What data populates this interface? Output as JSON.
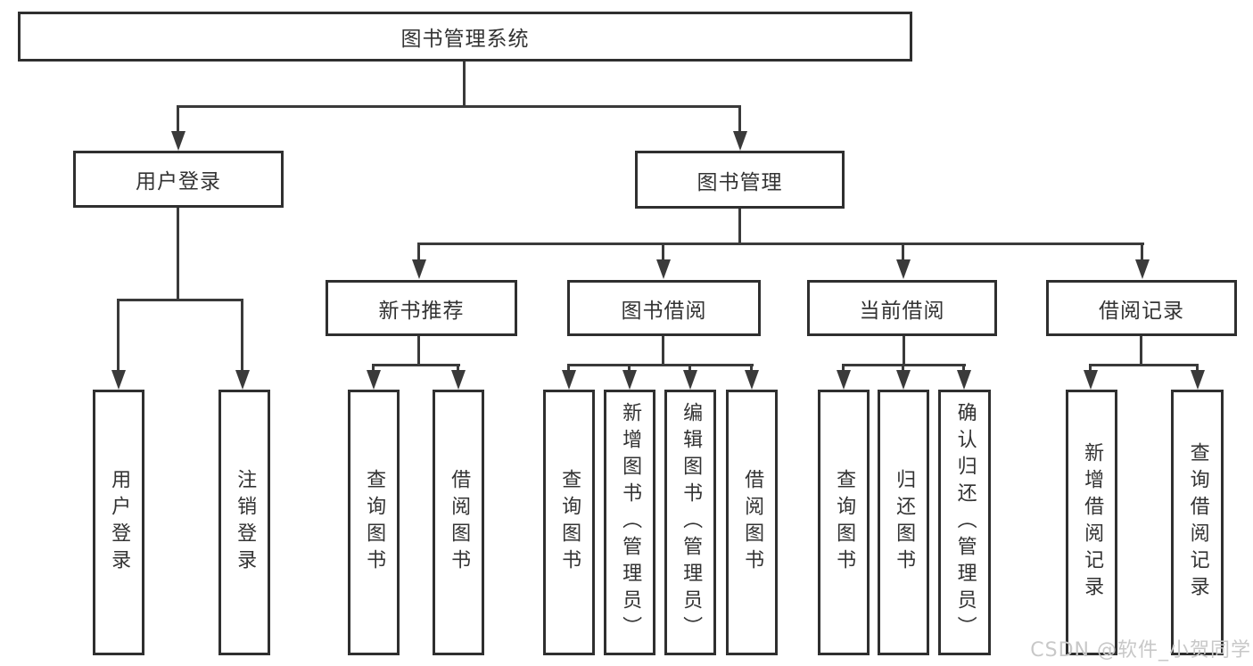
{
  "diagram": {
    "title": "图书管理系统",
    "tree": {
      "root": {
        "label": "图书管理系统"
      },
      "children": [
        {
          "label": "用户登录",
          "children": [
            {
              "label": "用户登录"
            },
            {
              "label": "注销登录"
            }
          ]
        },
        {
          "label": "图书管理",
          "children": [
            {
              "label": "新书推荐",
              "children": [
                {
                  "label": "查询图书"
                },
                {
                  "label": "借阅图书"
                }
              ]
            },
            {
              "label": "图书借阅",
              "children": [
                {
                  "label": "查询图书"
                },
                {
                  "label": "新增图书（管理员）"
                },
                {
                  "label": "编辑图书（管理员）"
                },
                {
                  "label": "借阅图书"
                }
              ]
            },
            {
              "label": "当前借阅",
              "children": [
                {
                  "label": "查询图书"
                },
                {
                  "label": "归还图书"
                },
                {
                  "label": "确认归还（管理员）"
                }
              ]
            },
            {
              "label": "借阅记录",
              "children": [
                {
                  "label": "新增借阅记录"
                },
                {
                  "label": "查询借阅记录"
                }
              ]
            }
          ]
        }
      ]
    },
    "colors": {
      "line": "#3a3a3a",
      "box_border": "#2f2f2f",
      "text": "#333333",
      "background": "#ffffff"
    }
  },
  "watermark": {
    "text": "CSDN @软件_小贺同学",
    "color": "#c8c8c8"
  }
}
